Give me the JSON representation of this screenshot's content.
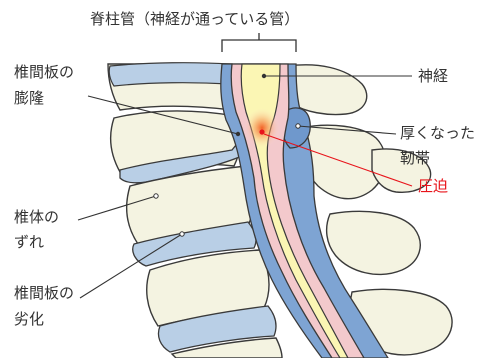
{
  "title": "脊柱管（神経が通っている管）",
  "labels": {
    "disc_bulge_line1": "椎間板の",
    "disc_bulge_line2": "膨隆",
    "nerve": "神経",
    "ligament_line1": "厚くなった",
    "ligament_line2": "靭帯",
    "compression": "圧迫",
    "vertebra_shift_line1": "椎体の",
    "vertebra_shift_line2": "ずれ",
    "disc_degeneration_line1": "椎間板の",
    "disc_degeneration_line2": "劣化"
  },
  "colors": {
    "bone": "#f4f3e1",
    "bone_outline": "#3a3a3a",
    "disc": "#b9cfe6",
    "ligament": "#7ea4d3",
    "dura": "#f3c9cc",
    "nerve": "#fbf6b4",
    "compression_glow": "#f4552a",
    "compression_label": "#e8141b",
    "leader_line": "#333333"
  }
}
